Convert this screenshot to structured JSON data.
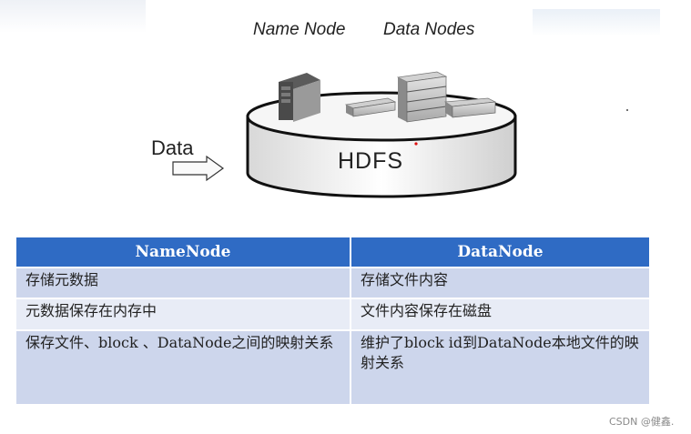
{
  "diagram": {
    "name_node_label": "Name Node",
    "data_nodes_label": "Data Nodes",
    "data_label": "Data",
    "hdfs_label": "HDFS"
  },
  "table": {
    "headers": [
      "NameNode",
      "DataNode"
    ],
    "rows": [
      [
        "存储元数据",
        "存储文件内容"
      ],
      [
        "元数据保存在内存中",
        "文件内容保存在磁盘"
      ],
      [
        " 保存文件、block 、DataNode之间的映射关系",
        "维护了block id到DataNode本地文件的映射关系"
      ]
    ],
    "header_color": "#2f6bc4",
    "row_colors": [
      "#cdd6ec",
      "#e8ecf6",
      "#cdd6ec"
    ]
  },
  "watermark": "CSDN @健鑫."
}
